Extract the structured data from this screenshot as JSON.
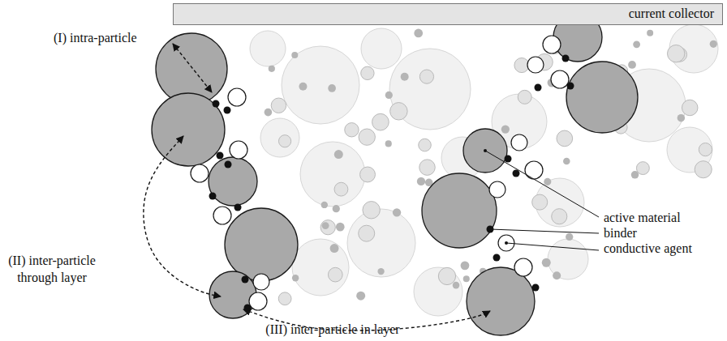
{
  "diagram": {
    "nodes": [
      {
        "text": [
          "current collector"
        ]
      }
    ],
    "labels": [
      "(I) intra-particle",
      "(II) inter-particle through layer",
      "(III) inter-particle in layer",
      "active material",
      "binder",
      "conductive agent"
    ]
  }
}
